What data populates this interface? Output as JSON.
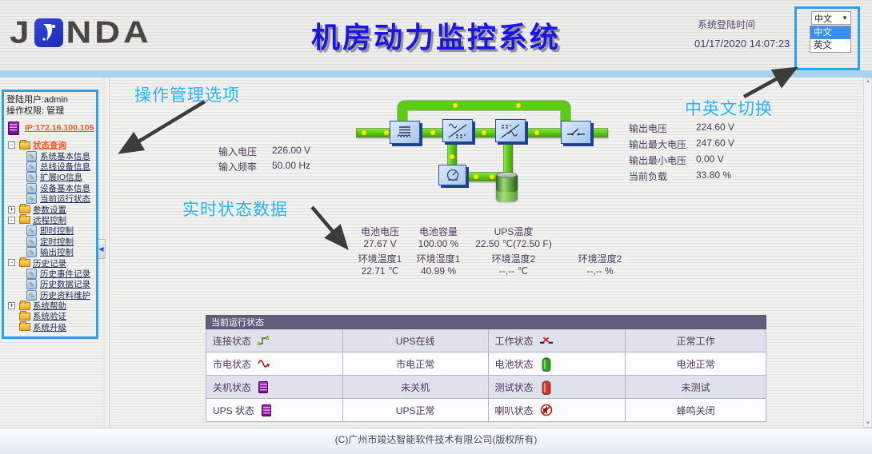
{
  "header": {
    "logo_j": "J",
    "logo_nda": "NDA",
    "title": "机房动力监控系统",
    "login_time_label": "系统登陆时间",
    "login_time": "01/17/2020 14:07:23",
    "language": {
      "selected": "中文",
      "options": [
        "中文",
        "英文"
      ]
    }
  },
  "annotations": {
    "sidebar_note": "操作管理选项",
    "realtime_note": "实时状态数据",
    "language_note": "中英文切换"
  },
  "sidebar": {
    "user": "登陆用户:admin",
    "permission": "操作权限: 管理",
    "ip": "IP:172.16.100.105",
    "tree": [
      {
        "label": "状态查询"
      },
      {
        "label": "系统基本信息"
      },
      {
        "label": "总线设备信息"
      },
      {
        "label": "扩展IO信息"
      },
      {
        "label": "设备基本信息"
      },
      {
        "label": "当前运行状态"
      },
      {
        "label": "参数设置"
      },
      {
        "label": "远程控制"
      },
      {
        "label": "即时控制"
      },
      {
        "label": "定时控制"
      },
      {
        "label": "输出控制"
      },
      {
        "label": "历史记录"
      },
      {
        "label": "历史事件记录"
      },
      {
        "label": "历史数据记录"
      },
      {
        "label": "历史资料维护"
      },
      {
        "label": "系统帮助"
      },
      {
        "label": "系统验证"
      },
      {
        "label": "系统升级"
      }
    ]
  },
  "readings": {
    "input": [
      {
        "label": "输入电压",
        "value": "226.00 V"
      },
      {
        "label": "输入频率",
        "value": "50.00 Hz"
      }
    ],
    "output": [
      {
        "label": "输出电压",
        "value": "224.60 V"
      },
      {
        "label": "输出最大电压",
        "value": "247.60 V"
      },
      {
        "label": "输出最小电压",
        "value": "0.00 V"
      },
      {
        "label": "当前负载",
        "value": "33.80 %"
      }
    ],
    "battery_row": [
      {
        "label": "电池电压",
        "value": "27.67  V"
      },
      {
        "label": "电池容量",
        "value": "100.00  %"
      },
      {
        "label": "UPS温度",
        "value": "22.50  ℃(72.50 F)"
      }
    ],
    "env_row": [
      {
        "label": "环境温度1",
        "value": "22.71 ℃"
      },
      {
        "label": "环境湿度1",
        "value": "40.99 %"
      },
      {
        "label": "环境温度2",
        "value": "--,-- ℃"
      },
      {
        "label": "环境湿度2",
        "value": "--,-- %"
      }
    ]
  },
  "status_table": {
    "title": "当前运行状态",
    "rows": [
      {
        "label1": "连接状态",
        "icon1": "connection-status-icon",
        "value1": "UPS在线",
        "label2": "工作状态",
        "icon2": "work-switch-icon",
        "value2": "正常工作"
      },
      {
        "label1": "市电状态",
        "icon1": "mains-wave-icon",
        "value1": "市电正常",
        "label2": "电池状态",
        "icon2": "battery-ok-icon",
        "value2": "电池正常"
      },
      {
        "label1": "关机状态",
        "icon1": "shutdown-server-icon",
        "value1": "未关机",
        "label2": "测试状态",
        "icon2": "battery-test-icon",
        "value2": "未测试"
      },
      {
        "label1": "UPS 状态",
        "icon1": "ups-server-icon",
        "value1": "UPS正常",
        "label2": "喇叭状态",
        "icon2": "buzzer-mute-icon",
        "value2": "蜂鸣关闭"
      }
    ]
  },
  "footer": {
    "copyright": "(C)广州市竣达智能软件技术有限公司(版权所有)"
  },
  "colors": {
    "title_blue": "#1b16e0",
    "annotation_blue": "#29b3f2",
    "annotation_border_blue": "#2d9ff0",
    "active_link_orange": "#ff541c",
    "strip_blue": "#a9d3ef",
    "pipe_green": "#5ccb13",
    "flow_dot_yellow": "#ffee00",
    "table_header_bg": "#5f5f7d",
    "table_row_alt_bg": "#dfe1ed",
    "device_box_blue": "#a5c4ea",
    "logo_block_blue": "#2434c8",
    "server_icon_purple": "#7a1496"
  }
}
